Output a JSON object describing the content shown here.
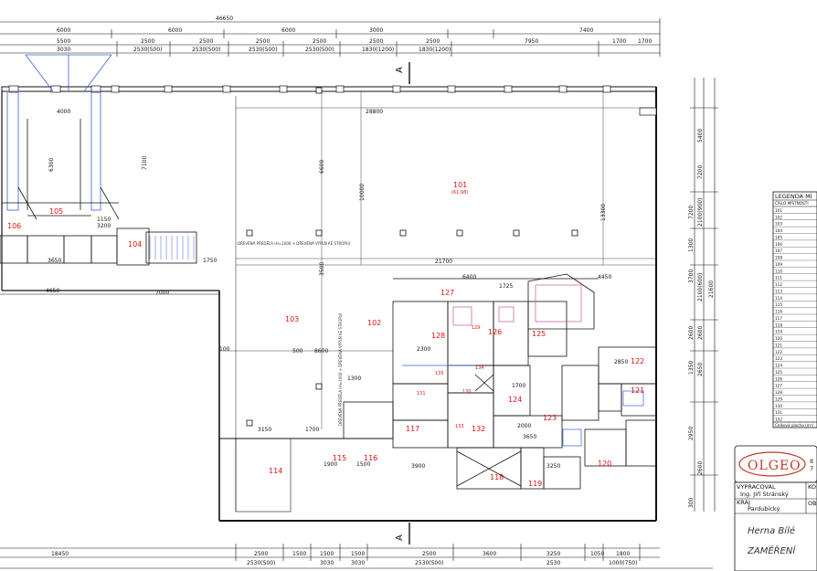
{
  "dimensions": {
    "top_total": "46650",
    "top_row1": [
      "6000",
      "6000",
      "6000",
      "3000",
      "7400"
    ],
    "top_row2": [
      "5500",
      "2500",
      "2500",
      "2500",
      "2500",
      "2500",
      "2500",
      "7950",
      "1700",
      "1700"
    ],
    "top_row3": [
      "3030",
      "2530(500)",
      "2530(500)",
      "2530(500)",
      "2530(500)",
      "1830(1200)",
      "1830(1200)"
    ],
    "bottom_row1": [
      "18450",
      "2500",
      "1500",
      "1500",
      "1500",
      "2500",
      "3600",
      "3250",
      "1050",
      "1800"
    ],
    "bottom_row2": [
      "2530(500)",
      "3030",
      "3030",
      "2530(500)",
      "2530",
      "1000(750)"
    ],
    "inner": [
      "4000",
      "28800",
      "21700",
      "6400",
      "4450",
      "1725",
      "7000",
      "4650",
      "3650",
      "1150",
      "3200",
      "1750",
      "3150",
      "1700",
      "1900",
      "1500",
      "3900",
      "3650",
      "3250",
      "2850",
      "100",
      "2300",
      "1700",
      "2000",
      "1300",
      "500",
      "8600",
      "7100",
      "6600",
      "10000",
      "13300",
      "3500",
      "6300"
    ],
    "right_vertical": [
      "7200",
      "5400",
      "2100(900)",
      "7200",
      "2100(600)",
      "1300",
      "3700",
      "21600",
      "2600",
      "2600",
      "1350",
      "2650",
      "2950",
      "2600",
      "300"
    ]
  },
  "rooms": [
    "101",
    "102",
    "103",
    "104",
    "105",
    "106",
    "114",
    "115",
    "116",
    "117",
    "118",
    "119",
    "120",
    "121",
    "122",
    "123",
    "124",
    "125",
    "126",
    "127",
    "128",
    "129",
    "130",
    "131",
    "132",
    "133",
    "134",
    "135"
  ],
  "room_101_area": "(61,98)",
  "section_markers": [
    "A",
    "A"
  ],
  "notes": [
    "DŘEVĚNÁ PŘEDĚLA (H=1000 + DŘEVĚNÁ VÝPLŇ KE STROPU)",
    "DŘEVĚNÁ PŘEDĚLA (H=1000 + DŘEVĚNÁ VÝPLŇ KE STROPU)"
  ],
  "legend": {
    "title": "LEGENDA MÍ",
    "header": "ČÍSLO MÍSTNOSTI",
    "rows": [
      "101",
      "102",
      "103",
      "104",
      "105",
      "106",
      "107",
      "108",
      "109",
      "110",
      "111",
      "112",
      "113",
      "114",
      "115",
      "116",
      "117",
      "118",
      "119",
      "120",
      "121",
      "122",
      "123",
      "124",
      "125",
      "126",
      "127",
      "128",
      "129",
      "130",
      "131",
      "132"
    ],
    "footer": "Celková plocha (m²)"
  },
  "title_block": {
    "logo": "OLGEO",
    "logo_side_1": "It",
    "logo_side_2": "7",
    "prepared_label": "VYPRACOVAL",
    "prepared_by": "Ing. Jiří Stránský",
    "ko_label": "KO",
    "region_label": "KRAJ",
    "region": "Pardubický",
    "ob_label": "OB",
    "project_title": "Herna Bílé",
    "drawing_title": "ZAMĚŘENÍ"
  },
  "colors": {
    "room_label": "#dd1111",
    "wall": "#111111",
    "accent_blue": "#3a5fd0",
    "accent_pink": "#c2569a"
  }
}
